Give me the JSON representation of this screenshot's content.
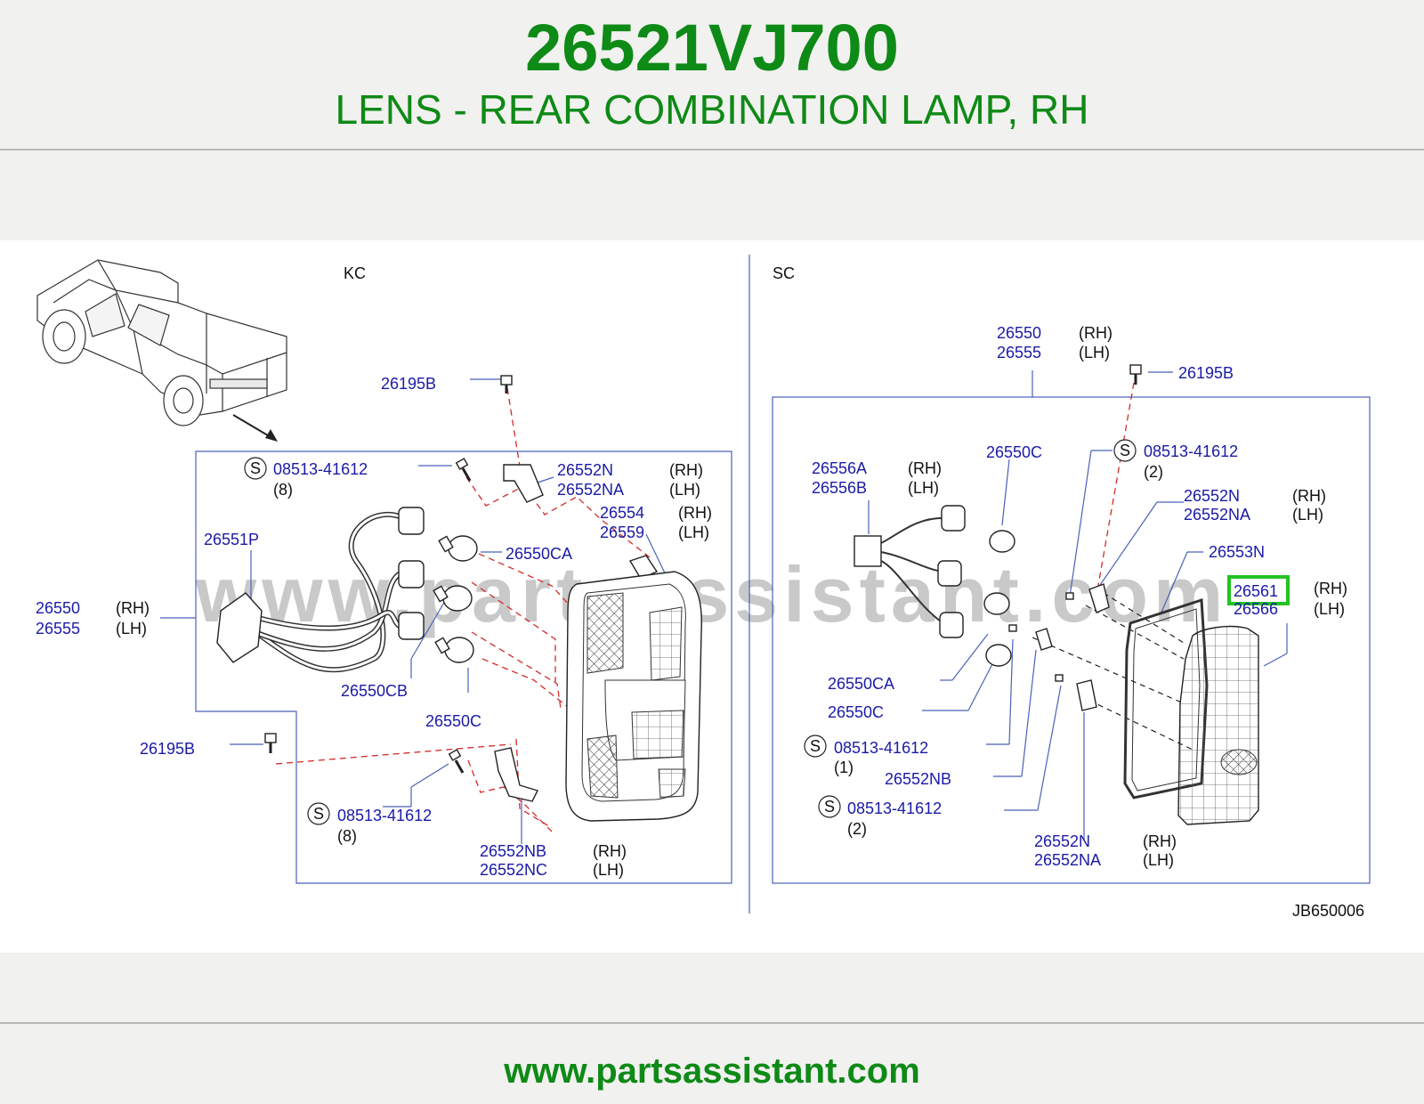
{
  "header": {
    "part_number": "26521VJ700",
    "description": "LENS - REAR COMBINATION LAMP, RH"
  },
  "footer": {
    "website": "www.partsassistant.com"
  },
  "diagram": {
    "watermark": "www.partsassistant.com",
    "code": "JB650006",
    "kc": {
      "section_label": "KC",
      "callouts": {
        "p26195b_top": "26195B",
        "screw_top": "08513-41612",
        "screw_top_qty": "(8)",
        "p26552n": "26552N",
        "p26552n_side": "(RH)",
        "p26552na": "26552NA",
        "p26552na_side": "(LH)",
        "p26554": "26554",
        "p26554_side": "(RH)",
        "p26559": "26559",
        "p26559_side": "(LH)",
        "p26551p": "26551P",
        "p26550ca": "26550CA",
        "p26550": "26550",
        "p26550_side": "(RH)",
        "p26555": "26555",
        "p26555_side": "(LH)",
        "p26550cb": "26550CB",
        "p26550c": "26550C",
        "p26195b_bot": "26195B",
        "screw_bot": "08513-41612",
        "screw_bot_qty": "(8)",
        "p26552nb": "26552NB",
        "p26552nb_side": "(RH)",
        "p26552nc": "26552NC",
        "p26552nc_side": "(LH)"
      }
    },
    "sc": {
      "section_label": "SC",
      "callouts": {
        "p26550": "26550",
        "p26550_side": "(RH)",
        "p26555": "26555",
        "p26555_side": "(LH)",
        "p26195b": "26195B",
        "screw_a": "08513-41612",
        "screw_a_qty": "(2)",
        "p26550c_top": "26550C",
        "p26556a": "26556A",
        "p26556a_side": "(RH)",
        "p26556b": "26556B",
        "p26556b_side": "(LH)",
        "p26552n_top": "26552N",
        "p26552n_top_side": "(RH)",
        "p26552na_top": "26552NA",
        "p26552na_top_side": "(LH)",
        "p26553n": "26553N",
        "p26561": "26561",
        "p26561_side": "(RH)",
        "p26566": "26566",
        "p26566_side": "(LH)",
        "p26550ca": "26550CA",
        "p26550c_bot": "26550C",
        "screw_b": "08513-41612",
        "screw_b_qty": "(1)",
        "p26552nb": "26552NB",
        "screw_c": "08513-41612",
        "screw_c_qty": "(2)",
        "p26552n_bot": "26552N",
        "p26552n_bot_side": "(RH)",
        "p26552na_bot": "26552NA",
        "p26552na_bot_side": "(LH)"
      }
    },
    "symbols": {
      "screw": "S"
    },
    "highlight": {
      "part": "26561",
      "color": "#22c322"
    }
  }
}
